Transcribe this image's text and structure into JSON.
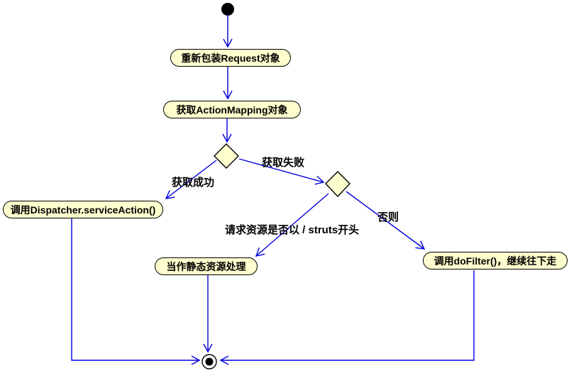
{
  "diagram": {
    "type": "uml-activity-diagram",
    "colors": {
      "background": "#ffffff",
      "node_fill": "#fefece",
      "node_border": "#000000",
      "edge": "#0000dd",
      "text": "#000000"
    },
    "nodes": {
      "start": {
        "type": "initial-node"
      },
      "wrap_request": {
        "label": "重新包装Request对象"
      },
      "get_action_mapping": {
        "label": "获取ActionMapping对象"
      },
      "decision_mapping": {
        "type": "decision"
      },
      "decision_resource": {
        "type": "decision"
      },
      "service_action": {
        "label": "调用Dispatcher.serviceAction()"
      },
      "static_resource": {
        "label": "当作静态资源处理"
      },
      "do_filter": {
        "label": "调用doFilter()，继续往下走"
      },
      "end": {
        "type": "final-node"
      }
    },
    "edge_labels": {
      "success": "获取成功",
      "failure": "获取失败",
      "starts_with_struts": "请求资源是否以 / struts开头",
      "otherwise": "否则"
    }
  }
}
